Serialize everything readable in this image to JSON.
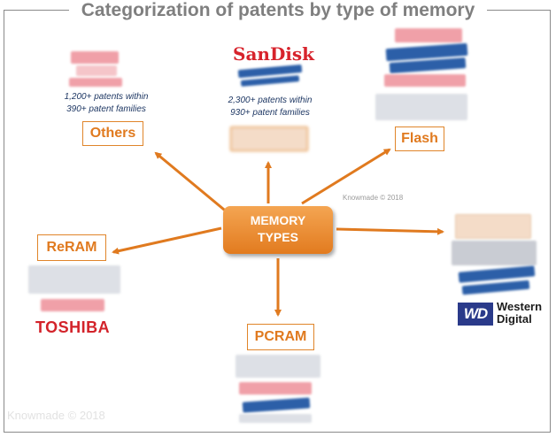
{
  "title": "Categorization of patents by type of memory",
  "center": {
    "line1": "MEMORY",
    "line2": "TYPES"
  },
  "categories": {
    "others": "Others",
    "flash": "Flash",
    "reram": "ReRAM",
    "pcram": "PCRAM"
  },
  "notes": {
    "others": {
      "line1": "1,200+ patents within",
      "line2": "390+ patent families"
    },
    "sandisk": {
      "line1": "2,300+ patents within",
      "line2": "930+ patent families"
    }
  },
  "logos": {
    "sandisk": "SanDisk",
    "toshiba": "TOSHIBA",
    "wd_mark": "WD",
    "wd_name_line1": "Western",
    "wd_name_line2": "Digital"
  },
  "watermarks": {
    "middle": "Knowmade © 2018",
    "bottom": "Knowmade © 2018"
  },
  "colors": {
    "accent": "#e07a1f",
    "title": "#7f7f7f",
    "note": "#1f3864"
  }
}
